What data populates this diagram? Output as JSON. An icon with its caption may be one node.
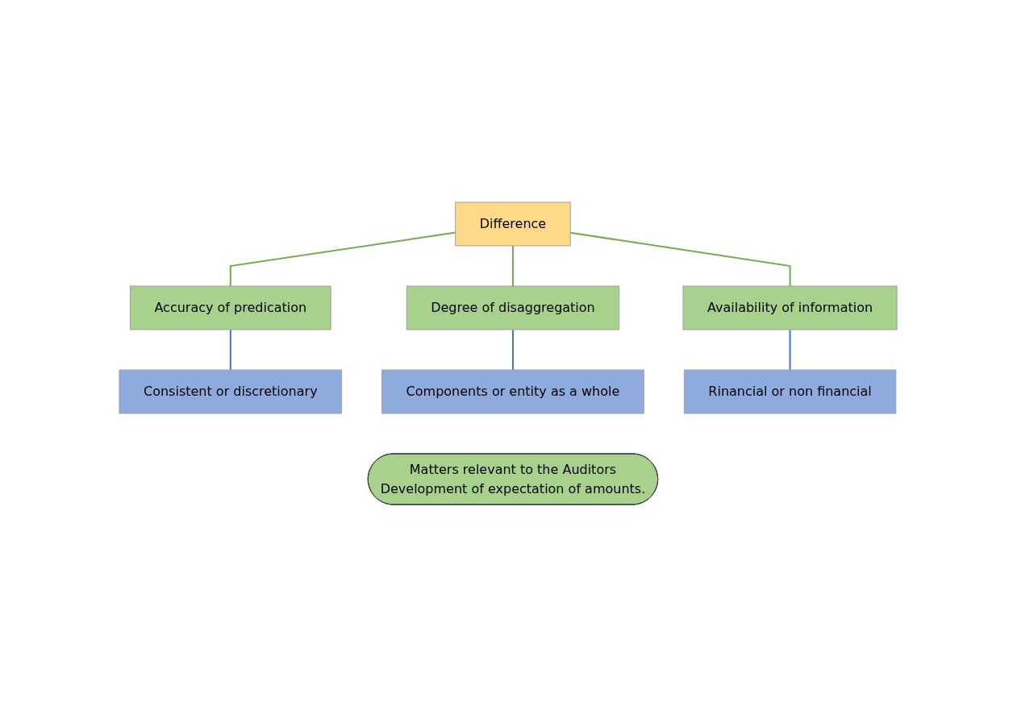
{
  "diagram": {
    "nodes": [
      {
        "text": [
          "Difference"
        ]
      },
      {
        "text": [
          "Accuracy of predication"
        ]
      },
      {
        "text": [
          "Degree of disaggregation"
        ]
      },
      {
        "text": [
          "Availability of information"
        ]
      },
      {
        "text": [
          "Consistent or discretionary"
        ]
      },
      {
        "text": [
          "Components or entity as a whole"
        ]
      },
      {
        "text": [
          "Rinancial or non financial"
        ]
      },
      {
        "text": [
          "Matters relevant to the Auditors",
          "Development of expectation of amounts."
        ]
      }
    ],
    "edges": [
      {
        "from": 0,
        "to": 1,
        "arrow": "none",
        "color": "#70ad47"
      },
      {
        "from": 0,
        "to": 2,
        "arrow": "none",
        "color": "#70ad47"
      },
      {
        "from": 0,
        "to": 3,
        "arrow": "none",
        "color": "#70ad47"
      },
      {
        "from": 1,
        "to": 4,
        "arrow": "none",
        "color": "#4472c4"
      },
      {
        "from": 2,
        "to": 5,
        "arrow": "none",
        "color": "#4472c4"
      },
      {
        "from": 3,
        "to": 6,
        "arrow": "none",
        "color": "#4472c4"
      }
    ]
  }
}
